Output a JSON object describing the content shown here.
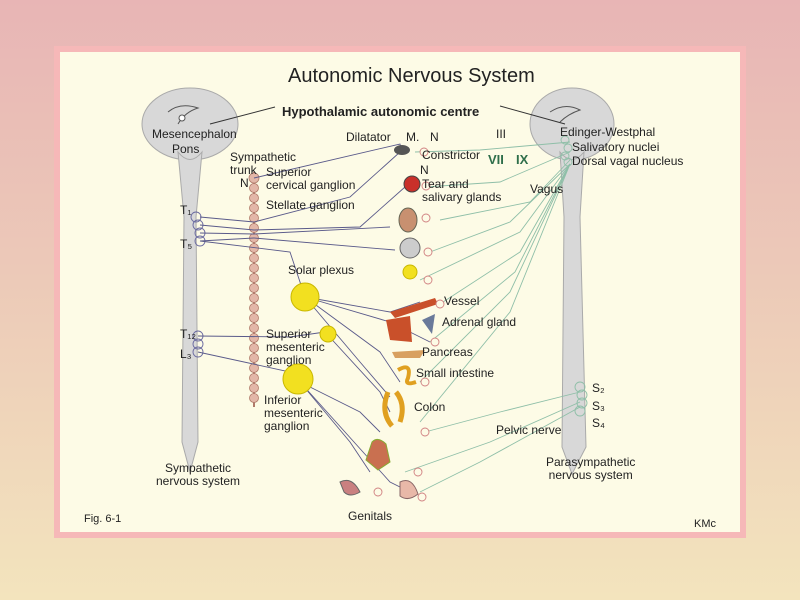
{
  "title": "Autonomic Nervous System",
  "subtitle": "Hypothalamic autonomic centre",
  "labels": {
    "mesencephalon": "Mesencephalon",
    "pons": "Pons",
    "sympathetic_trunk": "Sympathetic\ntrunk",
    "n_left": "N",
    "superior_cervical": "Superior\ncervical ganglion",
    "stellate": "Stellate ganglion",
    "t1": "T₁",
    "t5": "T₅",
    "t12": "T₁₂",
    "l3": "L₃",
    "solar_plexus": "Solar plexus",
    "superior_mesenteric": "Superior\nmesenteric\nganglion",
    "inferior_mesenteric": "Inferior\nmesenteric\nganglion",
    "sympathetic_ns": "Sympathetic\nnervous system",
    "dilatator": "Dilatator",
    "m": "M.",
    "n_top": "N",
    "constrictor": "Constrictor",
    "n_mid": "N",
    "tear": "Tear and\nsalivary glands",
    "iii": "III",
    "vii": "VII",
    "ix": "IX",
    "edinger": "Edinger-Westphal",
    "salivatory": "Salivatory nuclei",
    "dorsal_vagal": "Dorsal vagal nucleus",
    "vagus": "Vagus",
    "vessel": "Vessel",
    "adrenal": "Adrenal gland",
    "pancreas": "Pancreas",
    "small_intestine": "Small intestine",
    "colon": "Colon",
    "pelvic_nerve": "Pelvic nerve",
    "s2": "S₂",
    "s3": "S₃",
    "s4": "S₄",
    "parasympathetic_ns": "Parasympathetic\nnervous system",
    "genitals": "Genitals",
    "fig": "Fig. 6-1",
    "kmc": "KMc"
  },
  "colors": {
    "background_top": "#e8b5b5",
    "background_bottom": "#f3e4bd",
    "frame": "#f6b8b8",
    "panel": "#fdfbe6",
    "cns": "#d8d8d8",
    "ganglion_chain": "#e3b7a8",
    "plexus": "#f2e020",
    "sympathetic_line": "#5a5a8a",
    "parasympathetic_line": "#8fbfa8",
    "organ_red": "#c9502a",
    "organ_orange": "#e08a1a"
  }
}
